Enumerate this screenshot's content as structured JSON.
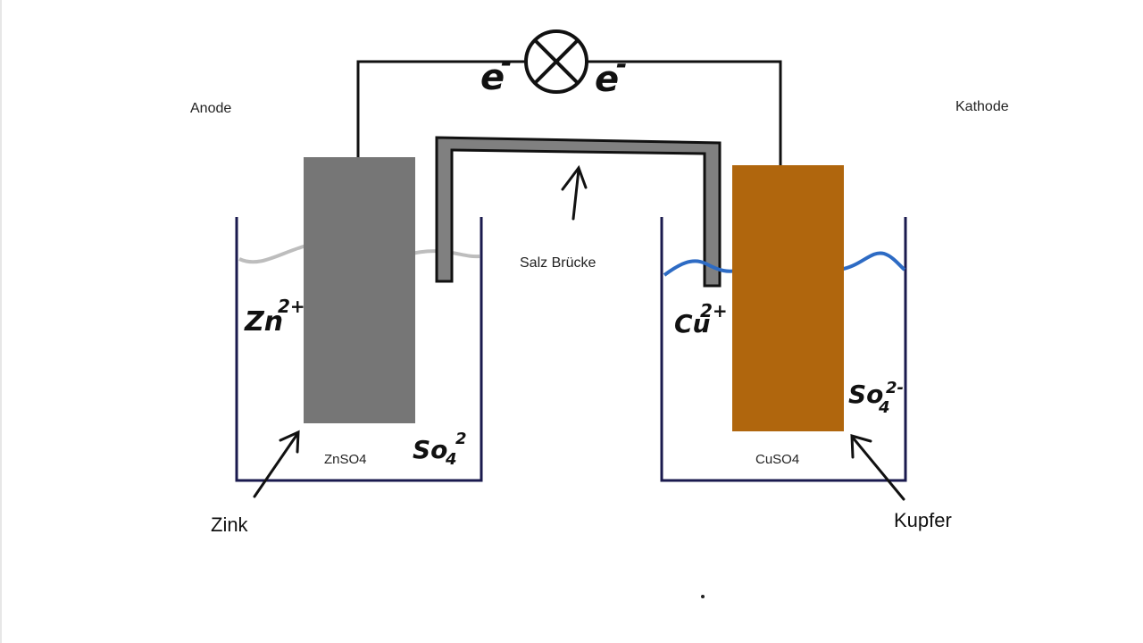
{
  "labels": {
    "anode": "Anode",
    "cathode": "Kathode",
    "salt_bridge": "Salz Brücke",
    "left_solution": "ZnSO4",
    "right_solution": "CuSO4",
    "zinc": "Zink",
    "copper": "Kupfer"
  },
  "handwritten": {
    "electron_left": "e",
    "electron_left_sup": "-",
    "electron_right": "e",
    "electron_right_sup": "-",
    "zn_ion": "Zn",
    "zn_ion_sup": "2+",
    "cu_ion": "Cu",
    "cu_ion_sup": "2+",
    "sulfate_left": "So",
    "sulfate_left_sub": "4",
    "sulfate_left_sup": "2",
    "sulfate_right": "So",
    "sulfate_right_sub": "4",
    "sulfate_right_sup": "2-"
  },
  "colors": {
    "zinc_electrode": "#767676",
    "copper_electrode": "#b0660d",
    "beaker": "#1a1a4e",
    "left_liquid": "#bdbdbd",
    "right_liquid": "#2d6bc4",
    "salt_bridge_fill": "#808080",
    "wire": "#111111"
  },
  "icons": {
    "lamp": "lamp-icon"
  }
}
